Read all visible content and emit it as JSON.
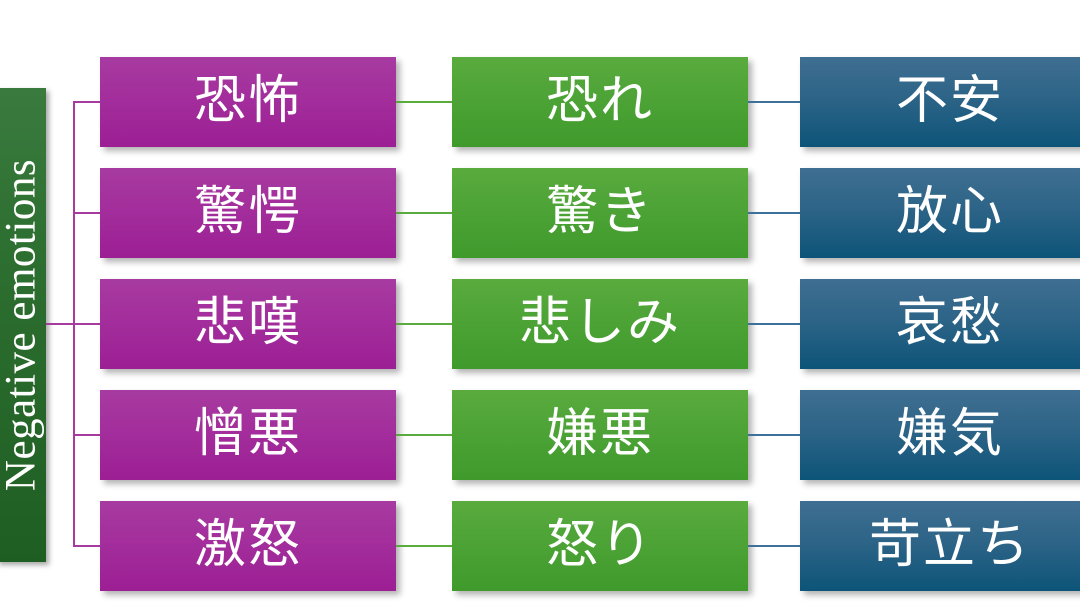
{
  "diagram": {
    "type": "hierarchy-tree",
    "title": "Negative emotions",
    "root": {
      "name": "root-category",
      "label": "Negative emotions",
      "orientation": "vertical-rotated",
      "color": "#2e7031"
    },
    "columns": [
      {
        "name": "level-1",
        "color": "#a32e9c",
        "connector_color": "#a73ba0"
      },
      {
        "name": "level-2",
        "color": "#4da336",
        "connector_color": "#5aab3e"
      },
      {
        "name": "level-3",
        "color": "#0d5479",
        "connector_color": "#3d719a"
      }
    ],
    "rows": [
      {
        "row_name": "fear-row",
        "level1": "恐怖",
        "level2": "恐れ",
        "level3": "不安"
      },
      {
        "row_name": "surprise-row",
        "level1": "驚愕",
        "level2": "驚き",
        "level3": "放心"
      },
      {
        "row_name": "sadness-row",
        "level1": "悲嘆",
        "level2": "悲しみ",
        "level3": "哀愁"
      },
      {
        "row_name": "disgust-row",
        "level1": "憎悪",
        "level2": "嫌悪",
        "level3": "嫌気"
      },
      {
        "row_name": "anger-row",
        "level1": "激怒",
        "level2": "怒り",
        "level3": "苛立ち"
      }
    ]
  }
}
